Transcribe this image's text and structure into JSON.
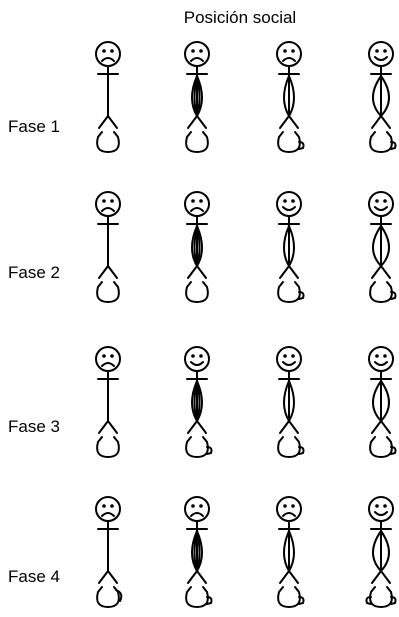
{
  "title": "Posición social",
  "phases": [
    {
      "label": "Fase 1",
      "figures": [
        {
          "mood": "sad",
          "body": "line",
          "pot": "plain"
        },
        {
          "mood": "sad",
          "body": "double-lens",
          "pot": "plain"
        },
        {
          "mood": "sad",
          "body": "single-lens",
          "pot": "handle"
        },
        {
          "mood": "happy",
          "body": "wide-lens",
          "pot": "handle"
        }
      ]
    },
    {
      "label": "Fase 2",
      "figures": [
        {
          "mood": "sad",
          "body": "line",
          "pot": "plain"
        },
        {
          "mood": "sad",
          "body": "double-lens",
          "pot": "plain"
        },
        {
          "mood": "happy",
          "body": "single-lens",
          "pot": "handle"
        },
        {
          "mood": "happy",
          "body": "wide-lens",
          "pot": "handle"
        }
      ]
    },
    {
      "label": "Fase 3",
      "figures": [
        {
          "mood": "sad",
          "body": "line",
          "pot": "plain"
        },
        {
          "mood": "happy",
          "body": "double-lens",
          "pot": "handle"
        },
        {
          "mood": "happy",
          "body": "single-lens",
          "pot": "handle"
        },
        {
          "mood": "happy",
          "body": "wide-lens",
          "pot": "handle"
        }
      ]
    },
    {
      "label": "Fase 4",
      "figures": [
        {
          "mood": "sad",
          "body": "line",
          "pot": "open-handle"
        },
        {
          "mood": "sad",
          "body": "double-lens",
          "pot": "handle"
        },
        {
          "mood": "sad",
          "body": "single-lens",
          "pot": "handle"
        },
        {
          "mood": "happy",
          "body": "wide-lens",
          "pot": "double-handle"
        }
      ]
    }
  ]
}
